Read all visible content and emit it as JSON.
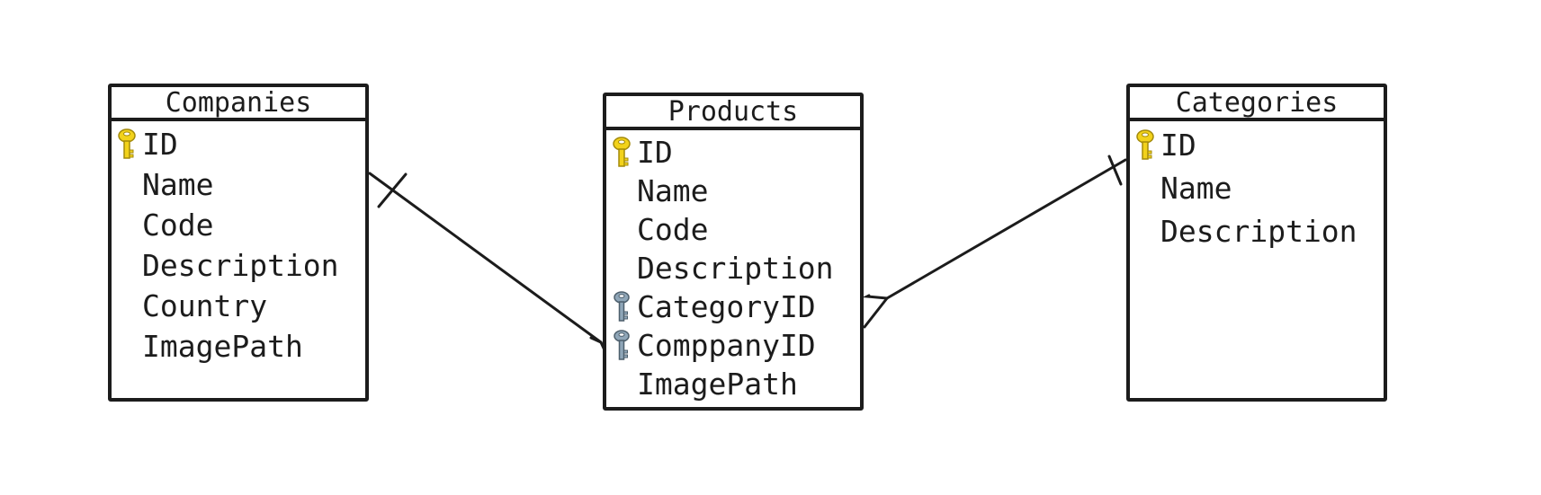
{
  "diagram": {
    "entities": [
      {
        "id": "companies",
        "title": "Companies",
        "fields": [
          {
            "name": "ID",
            "key": "primary"
          },
          {
            "name": "Name",
            "key": "none"
          },
          {
            "name": "Code",
            "key": "none"
          },
          {
            "name": "Description",
            "key": "none"
          },
          {
            "name": "Country",
            "key": "none"
          },
          {
            "name": "ImagePath",
            "key": "none"
          }
        ]
      },
      {
        "id": "products",
        "title": "Products",
        "fields": [
          {
            "name": "ID",
            "key": "primary"
          },
          {
            "name": "Name",
            "key": "none"
          },
          {
            "name": "Code",
            "key": "none"
          },
          {
            "name": "Description",
            "key": "none"
          },
          {
            "name": "CategoryID",
            "key": "foreign"
          },
          {
            "name": "ComppanyID",
            "key": "foreign"
          },
          {
            "name": "ImagePath",
            "key": "none"
          }
        ]
      },
      {
        "id": "categories",
        "title": "Categories",
        "fields": [
          {
            "name": "ID",
            "key": "primary"
          },
          {
            "name": "Name",
            "key": "none"
          },
          {
            "name": "Description",
            "key": "none"
          }
        ]
      }
    ],
    "relationships": [
      {
        "from": "companies",
        "from_cardinality": "one",
        "to": "products",
        "to_cardinality": "many"
      },
      {
        "from": "categories",
        "from_cardinality": "one",
        "to": "products",
        "to_cardinality": "many"
      }
    ],
    "colors": {
      "line": "#1c1c1c",
      "primary_key": "#f2d21b",
      "foreign_key": "#8fa6b8"
    },
    "icons": {
      "primary": "gold-key-icon",
      "foreign": "silver-key-icon"
    }
  }
}
